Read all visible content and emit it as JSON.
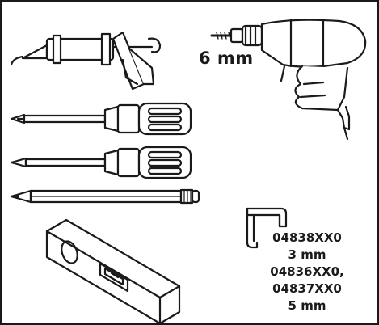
{
  "diagram": {
    "tools": [
      {
        "name": "caulking-gun"
      },
      {
        "name": "power-drill"
      },
      {
        "name": "phillips-screwdriver"
      },
      {
        "name": "flathead-screwdriver"
      },
      {
        "name": "pencil"
      },
      {
        "name": "spirit-level"
      },
      {
        "name": "allen-key"
      }
    ],
    "drill_bit_size": "6 mm",
    "allen_key_labels": [
      "04838XX0",
      "3 mm",
      "04836XX0,",
      "04837XX0",
      "5 mm"
    ],
    "colors": {
      "ink": "#1a1a1a",
      "background": "#ffffff"
    }
  }
}
